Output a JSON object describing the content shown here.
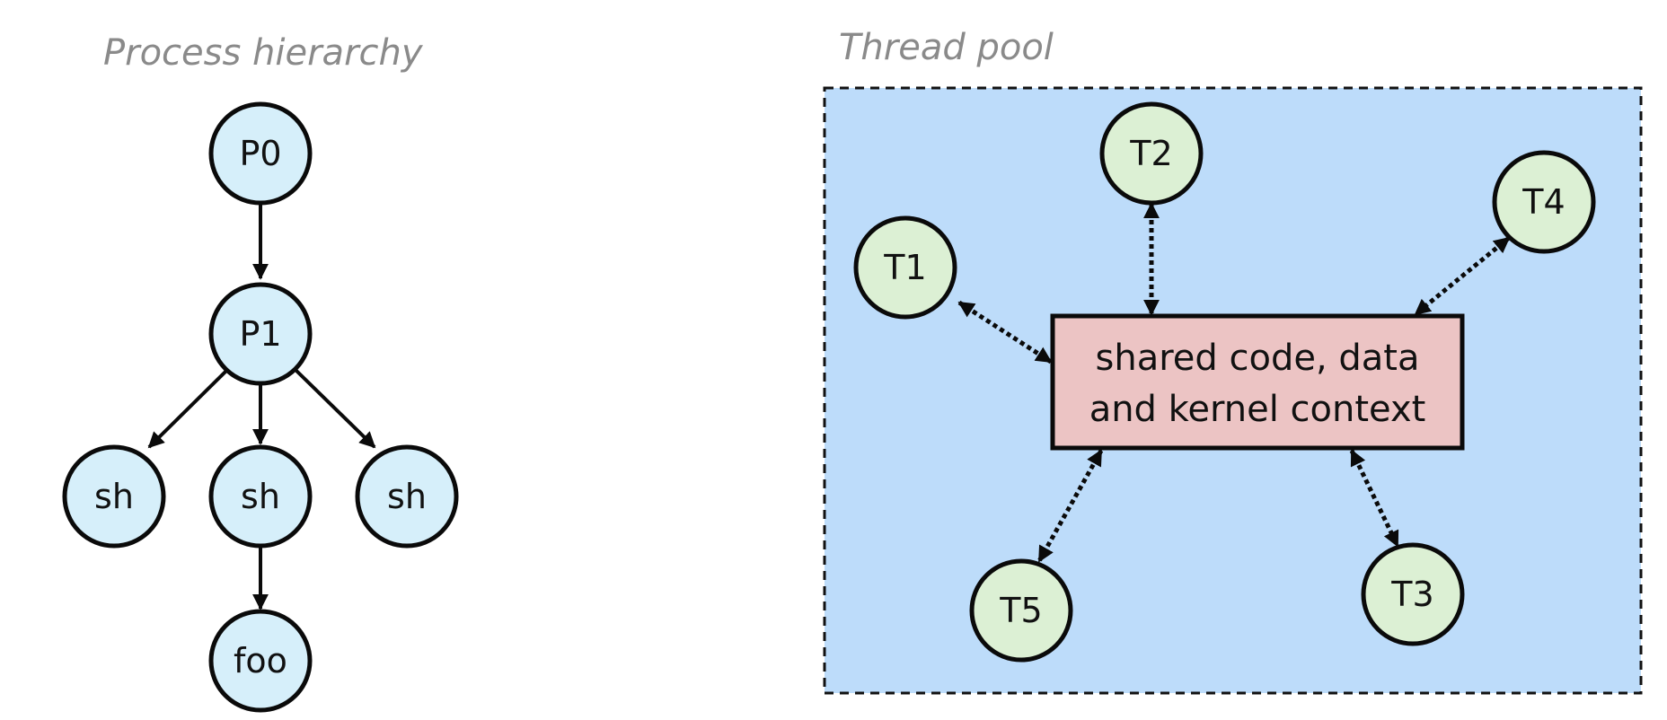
{
  "colors": {
    "process_node_fill": "#d6effa",
    "thread_node_fill": "#dcf0d4",
    "pool_bg": "#bddcfa",
    "shared_box_fill": "#ecc4c4",
    "stroke": "#0a0a0a",
    "title_text": "#8a8a8a"
  },
  "process_hierarchy": {
    "title": "Process hierarchy",
    "nodes": [
      {
        "id": "P0",
        "label": "P0"
      },
      {
        "id": "P1",
        "label": "P1"
      },
      {
        "id": "sh_left",
        "label": "sh"
      },
      {
        "id": "sh_mid",
        "label": "sh"
      },
      {
        "id": "sh_right",
        "label": "sh"
      },
      {
        "id": "foo",
        "label": "foo"
      }
    ],
    "edges": [
      {
        "from": "P0",
        "to": "P1"
      },
      {
        "from": "P1",
        "to": "sh_left"
      },
      {
        "from": "P1",
        "to": "sh_mid"
      },
      {
        "from": "P1",
        "to": "sh_right"
      },
      {
        "from": "sh_mid",
        "to": "foo"
      }
    ]
  },
  "thread_pool": {
    "title": "Thread pool",
    "shared_box": {
      "line1": "shared code, data",
      "line2": "and kernel context"
    },
    "threads": [
      {
        "id": "T1",
        "label": "T1"
      },
      {
        "id": "T2",
        "label": "T2"
      },
      {
        "id": "T3",
        "label": "T3"
      },
      {
        "id": "T4",
        "label": "T4"
      },
      {
        "id": "T5",
        "label": "T5"
      }
    ]
  }
}
